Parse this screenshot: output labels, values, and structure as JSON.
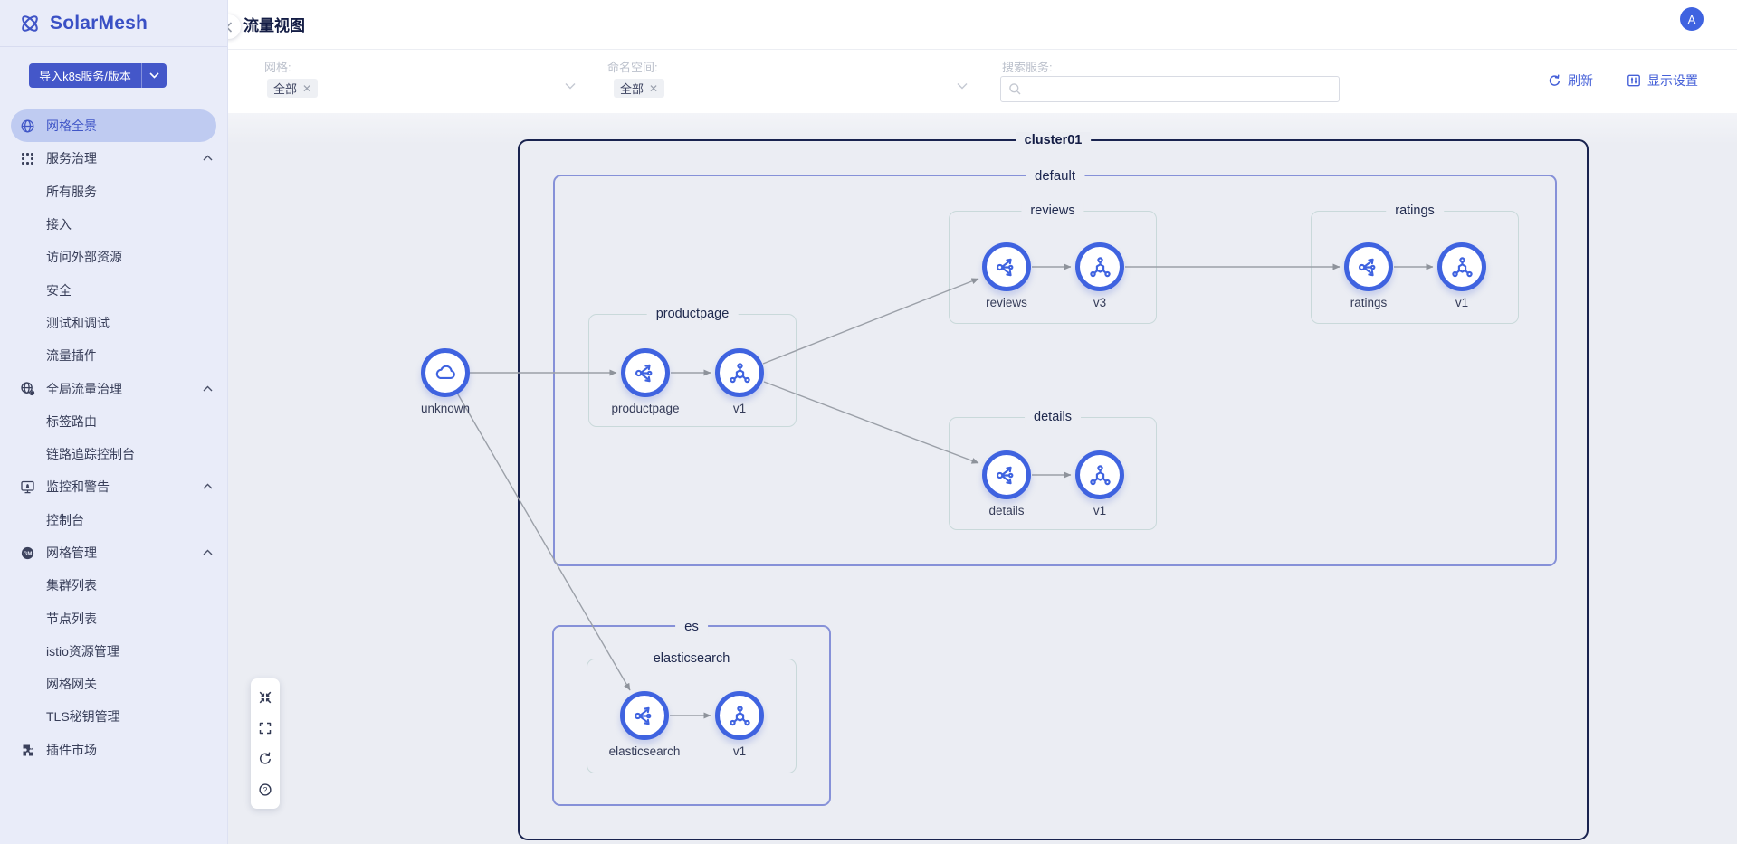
{
  "app": {
    "name": "SolarMesh"
  },
  "sidebar": {
    "import_button": {
      "label": "导入k8s服务/版本"
    },
    "items": [
      {
        "label": "网格全景"
      },
      {
        "label": "服务治理"
      },
      {
        "label": "所有服务"
      },
      {
        "label": "接入"
      },
      {
        "label": "访问外部资源"
      },
      {
        "label": "安全"
      },
      {
        "label": "测试和调试"
      },
      {
        "label": "流量插件"
      },
      {
        "label": "全局流量治理"
      },
      {
        "label": "标签路由"
      },
      {
        "label": "链路追踪控制台"
      },
      {
        "label": "监控和警告"
      },
      {
        "label": "控制台"
      },
      {
        "label": "网格管理"
      },
      {
        "label": "集群列表"
      },
      {
        "label": "节点列表"
      },
      {
        "label": "istio资源管理"
      },
      {
        "label": "网格网关"
      },
      {
        "label": "TLS秘钥管理"
      },
      {
        "label": "插件市场"
      }
    ]
  },
  "header": {
    "title": "流量视图",
    "avatar_initial": "A"
  },
  "filters": {
    "mesh": {
      "label": "网格:",
      "selected_tag": "全部"
    },
    "namespace": {
      "label": "命名空间:",
      "selected_tag": "全部"
    },
    "search": {
      "label": "搜索服务:",
      "value": "",
      "placeholder": ""
    },
    "actions": {
      "refresh": "刷新",
      "display_settings": "显示设置"
    }
  },
  "topology": {
    "cluster": {
      "label": "cluster01"
    },
    "namespaces": [
      {
        "label": "default"
      },
      {
        "label": "es"
      }
    ],
    "groups": [
      {
        "label": "productpage"
      },
      {
        "label": "reviews"
      },
      {
        "label": "ratings"
      },
      {
        "label": "details"
      },
      {
        "label": "elasticsearch"
      }
    ],
    "nodes": [
      {
        "label": "unknown",
        "kind": "external"
      },
      {
        "label": "productpage",
        "kind": "service"
      },
      {
        "label": "v1",
        "kind": "version"
      },
      {
        "label": "reviews",
        "kind": "service"
      },
      {
        "label": "v3",
        "kind": "version"
      },
      {
        "label": "ratings",
        "kind": "service"
      },
      {
        "label": "v1",
        "kind": "version"
      },
      {
        "label": "details",
        "kind": "service"
      },
      {
        "label": "v1",
        "kind": "version"
      },
      {
        "label": "elasticsearch",
        "kind": "service"
      },
      {
        "label": "v1",
        "kind": "version"
      }
    ],
    "edges": [
      {
        "from": "unknown",
        "to": "productpage"
      },
      {
        "from": "productpage",
        "to": "productpage-v1"
      },
      {
        "from": "productpage-v1",
        "to": "reviews"
      },
      {
        "from": "productpage-v1",
        "to": "details"
      },
      {
        "from": "reviews",
        "to": "reviews-v3"
      },
      {
        "from": "reviews-v3",
        "to": "ratings"
      },
      {
        "from": "ratings",
        "to": "ratings-v1"
      },
      {
        "from": "details",
        "to": "details-v1"
      },
      {
        "from": "unknown",
        "to": "elasticsearch"
      },
      {
        "from": "elasticsearch",
        "to": "elasticsearch-v1"
      }
    ],
    "colors": {
      "cluster_border": "#19234f",
      "namespace_border": "#8691d8",
      "group_border": "#c9d9da",
      "node_ring": "#3f63e0",
      "edge": "#999fa6",
      "accent": "#4560d8"
    }
  }
}
